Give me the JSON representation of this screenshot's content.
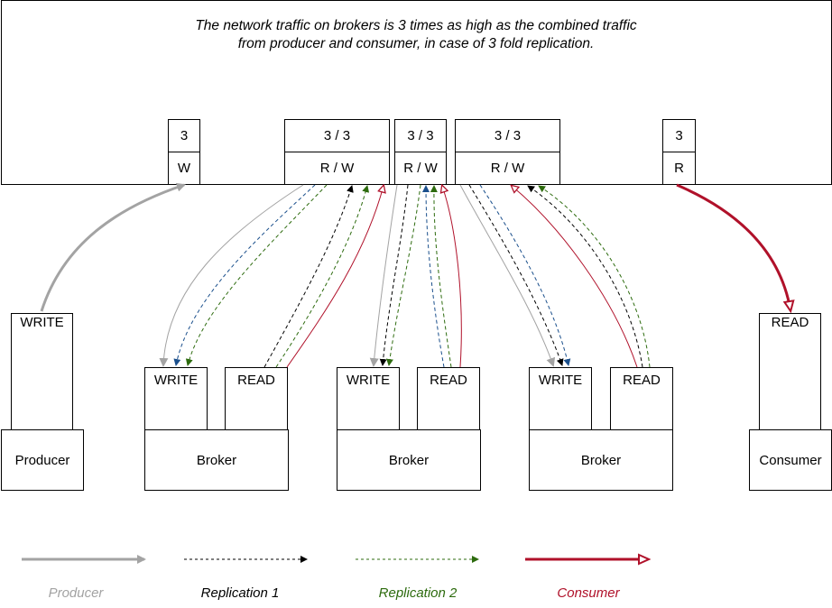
{
  "title": {
    "line1": "The network traffic on brokers is 3 times as high as the combined traffic",
    "line2": "from producer and consumer, in case of 3 fold replication."
  },
  "counters": [
    {
      "count": "3",
      "mode": "W"
    },
    {
      "count": "3 / 3",
      "mode": "R / W"
    },
    {
      "count": "3 / 3",
      "mode": "R / W"
    },
    {
      "count": "3 / 3",
      "mode": "R / W"
    },
    {
      "count": "3",
      "mode": "R"
    }
  ],
  "nodes": {
    "producer": {
      "label": "Producer",
      "write": "WRITE"
    },
    "brokers": [
      {
        "label": "Broker",
        "write": "WRITE",
        "read": "READ"
      },
      {
        "label": "Broker",
        "write": "WRITE",
        "read": "READ"
      },
      {
        "label": "Broker",
        "write": "WRITE",
        "read": "READ"
      }
    ],
    "consumer": {
      "label": "Consumer",
      "read": "READ"
    }
  },
  "legend": [
    {
      "label": "Producer",
      "color": "#a3a3a3"
    },
    {
      "label": "Replication 1",
      "color": "#000000"
    },
    {
      "label": "Replication 2",
      "color": "#2d6b0e"
    },
    {
      "label": "Consumer",
      "color": "#b0112a"
    }
  ],
  "colors": {
    "producer": "#a3a3a3",
    "replication1": "#000000",
    "replication1_alt": "#1a4f8c",
    "replication2": "#2d6b0e",
    "consumer": "#b0112a"
  }
}
